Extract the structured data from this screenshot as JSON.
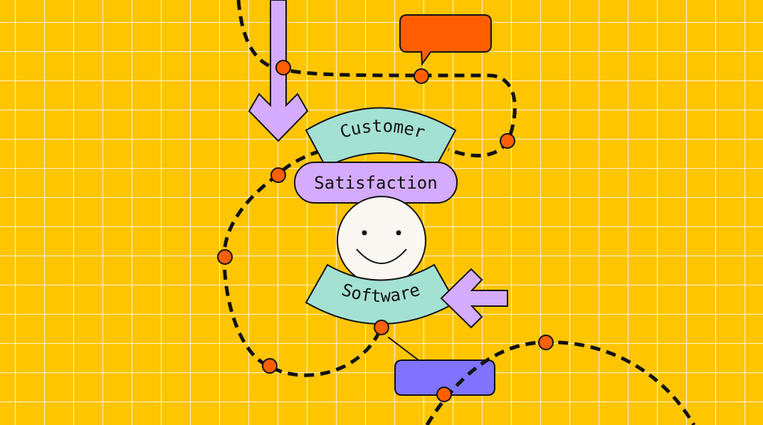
{
  "illustration": {
    "background_color": "#FFC500",
    "grid_color": "#FFF4D6",
    "labels": {
      "top_banner": "Customer",
      "middle_pill": "Satisfaction",
      "bottom_banner": "Software"
    },
    "colors": {
      "banner": "#A3E1D3",
      "pill": "#D4ABFF",
      "arrow": "#D4ABFF",
      "face": "#FAF6F1",
      "bubble_top": "#FF5F00",
      "bubble_bottom": "#7F73FF",
      "dot": "#FF5F00",
      "stroke": "#111111"
    }
  }
}
